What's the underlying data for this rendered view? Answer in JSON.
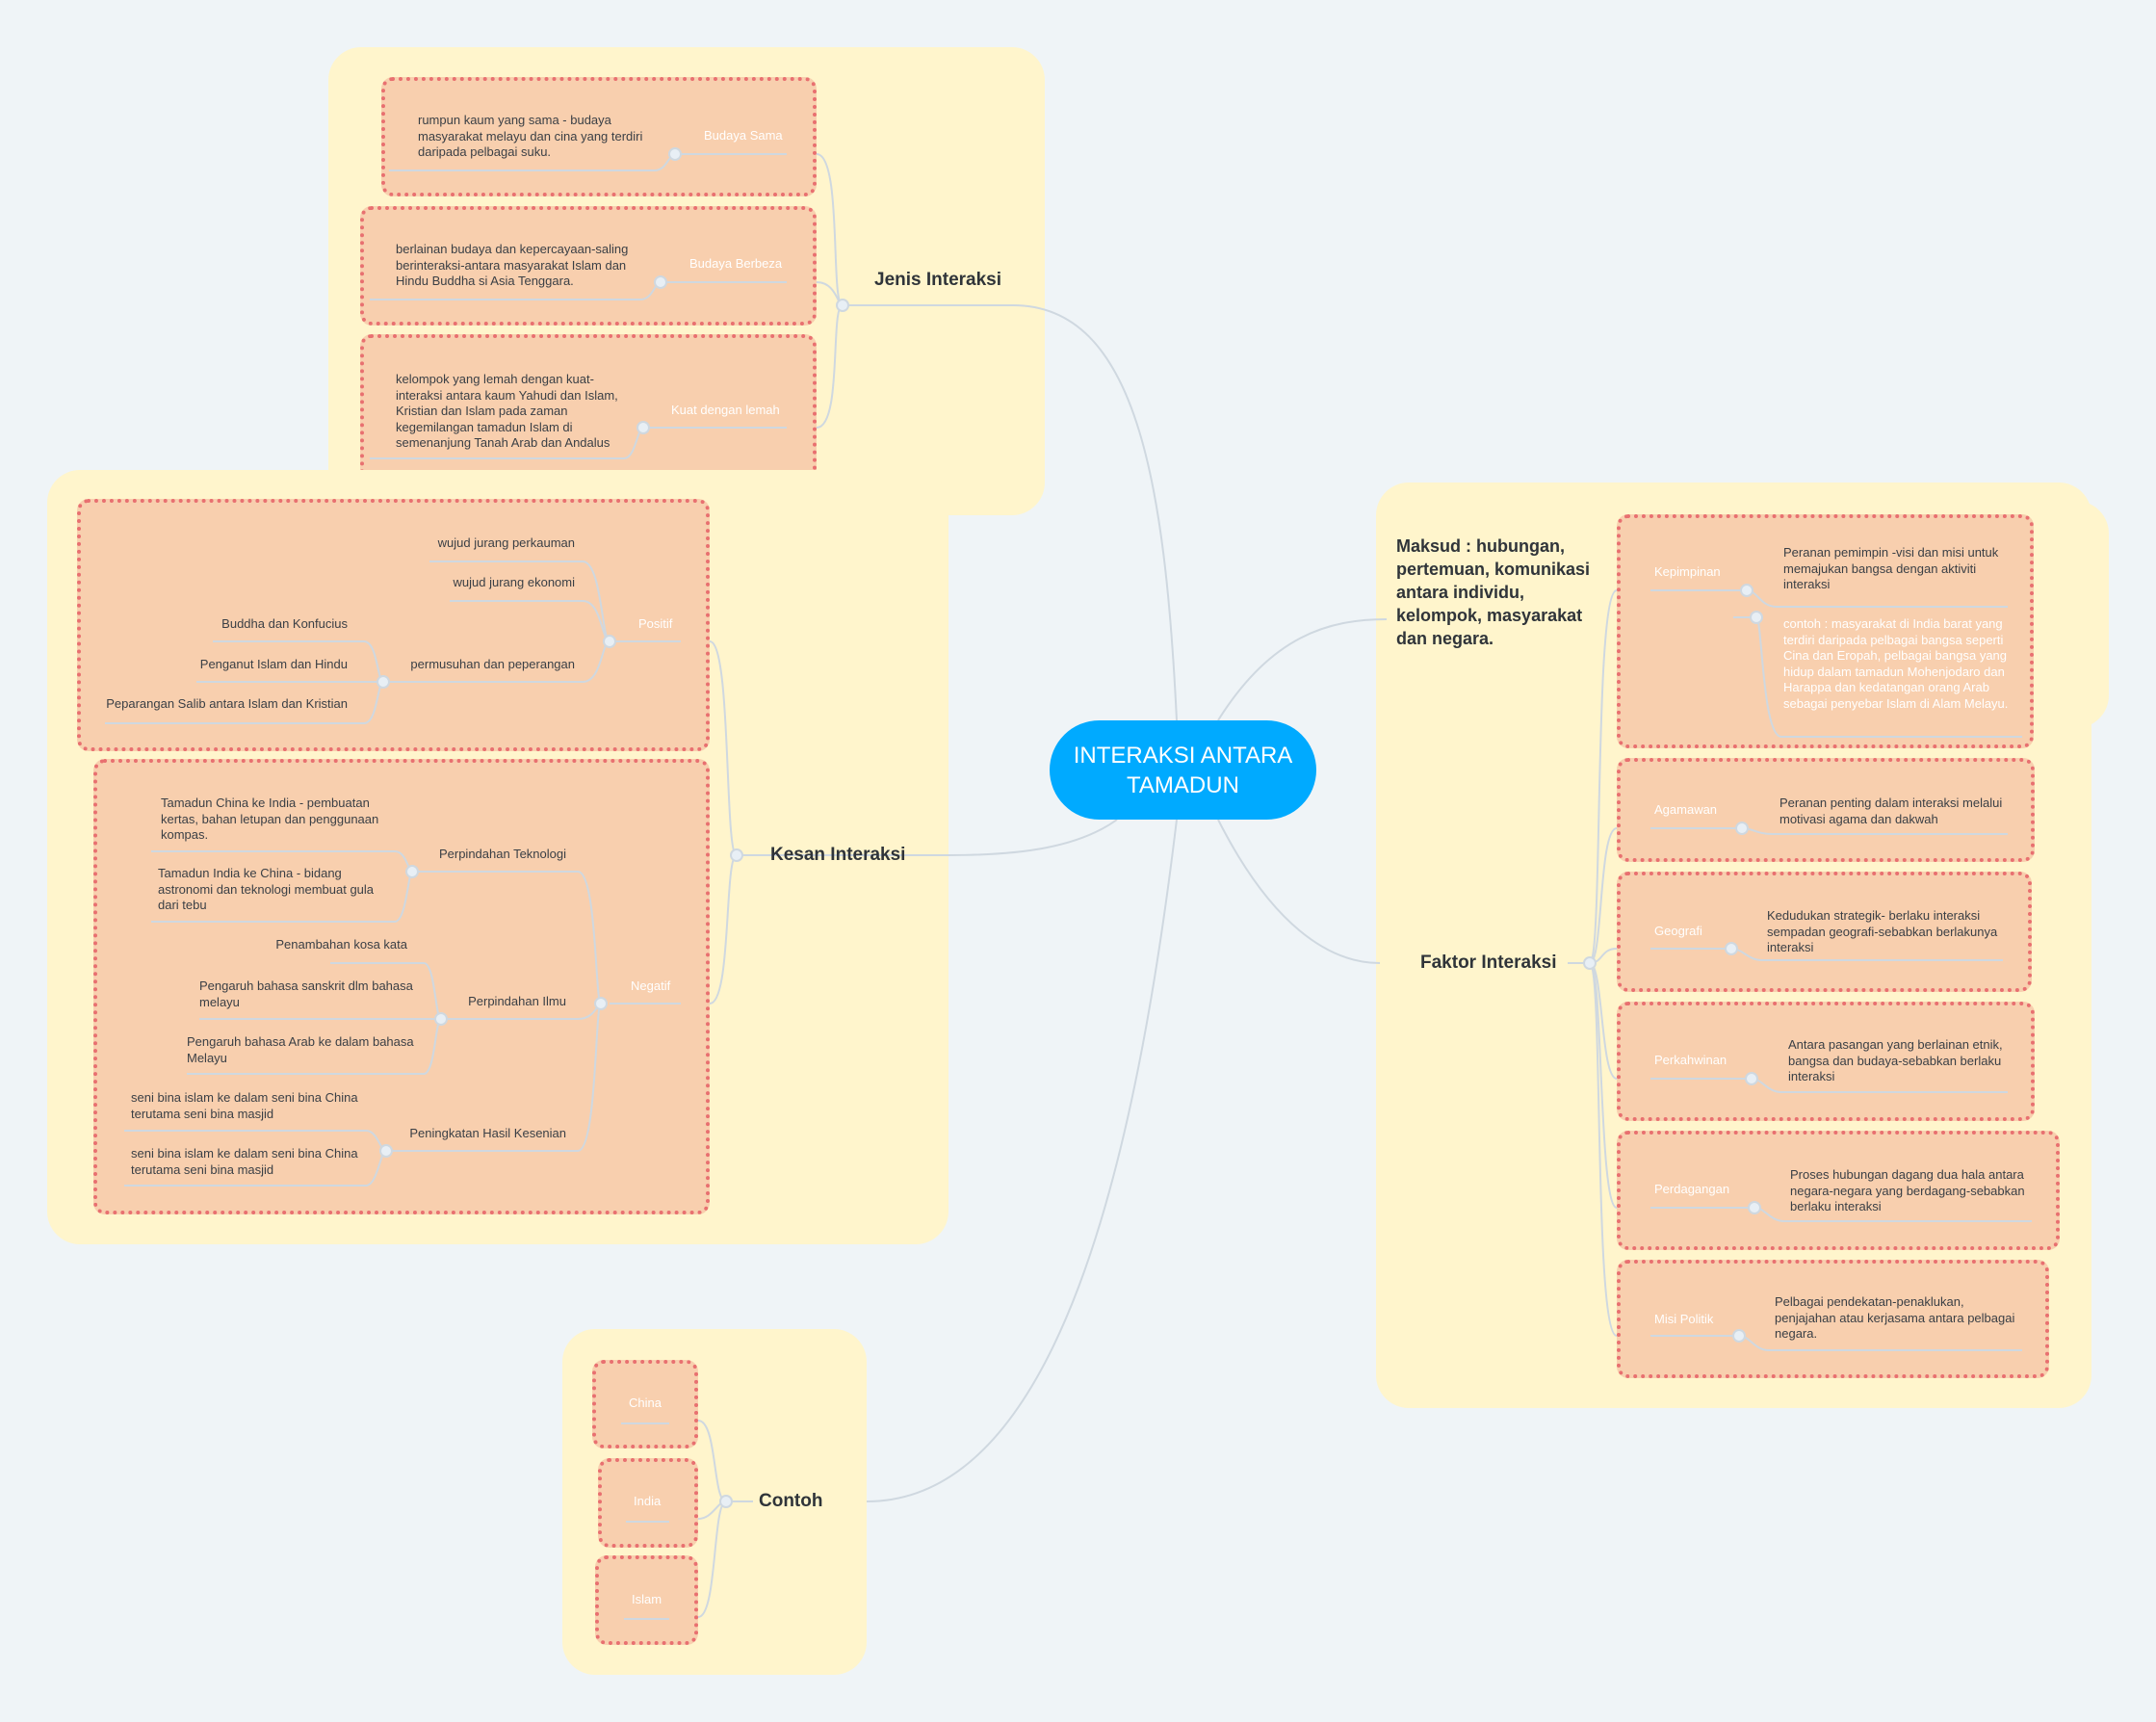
{
  "central": {
    "title": "INTERAKSI ANTARA TAMADUN",
    "color": "#00aaff"
  },
  "jenis": {
    "label": "Jenis Interaksi",
    "items": [
      {
        "label": "Budaya Sama",
        "desc": "rumpun kaum yang sama - budaya masyarakat melayu dan cina yang terdiri daripada pelbagai suku."
      },
      {
        "label": "Budaya Berbeza",
        "desc": "berlainan budaya dan kepercayaan-saling berinteraksi-antara masyarakat Islam dan Hindu Buddha si Asia Tenggara."
      },
      {
        "label": "Kuat dengan lemah",
        "desc": "kelompok yang lemah dengan kuat-interaksi antara kaum Yahudi dan Islam, Kristian dan Islam pada zaman kegemilangan tamadun Islam di semenanjung Tanah Arab dan Andalus"
      }
    ]
  },
  "kesan": {
    "label": "Kesan Interaksi",
    "positif": {
      "label": "Positif",
      "items": [
        "wujud jurang perkauman",
        "wujud jurang ekonomi",
        "permusuhan dan peperangan"
      ],
      "sub": [
        "Buddha dan Konfucius",
        "Penganut Islam dan Hindu",
        "Peparangan Salib antara Islam dan Kristian"
      ]
    },
    "negatif": {
      "label": "Negatif",
      "groups": [
        {
          "label": "Perpindahan Teknologi",
          "items": [
            "Tamadun China ke India - pembuatan kertas, bahan letupan dan penggunaan kompas.",
            "Tamadun India ke China - bidang astronomi dan teknologi membuat gula dari tebu"
          ]
        },
        {
          "label": "Perpindahan Ilmu",
          "items": [
            "Penambahan kosa kata",
            "Pengaruh bahasa sanskrit dlm bahasa melayu",
            "Pengaruh bahasa Arab ke dalam bahasa Melayu"
          ]
        },
        {
          "label": "Peningkatan Hasil Kesenian",
          "items": [
            "seni bina islam ke dalam seni bina China terutama seni bina masjid",
            "seni bina islam ke dalam seni bina China terutama seni bina masjid"
          ]
        }
      ]
    }
  },
  "maksud": "Maksud : hubungan, pertemuan, komunikasi antara individu, kelompok, masyarakat dan negara.",
  "faktor": {
    "label": "Faktor Interaksi",
    "items": [
      {
        "label": "Kepimpinan",
        "desc": "Peranan pemimpin -visi dan misi untuk memajukan bangsa dengan aktiviti interaksi",
        "extra": "contoh : masyarakat di India barat yang terdiri daripada pelbagai bangsa seperti Cina dan Eropah, pelbagai bangsa yang hidup dalam tamadun Mohenjodaro dan Harappa dan kedatangan orang Arab sebagai penyebar Islam di Alam Melayu."
      },
      {
        "label": "Agamawan",
        "desc": "Peranan penting dalam interaksi melalui motivasi agama dan dakwah"
      },
      {
        "label": "Geografi",
        "desc": "Kedudukan strategik- berlaku interaksi sempadan geografi-sebabkan berlakunya interaksi"
      },
      {
        "label": "Perkahwinan",
        "desc": "Antara pasangan yang berlainan etnik, bangsa dan budaya-sebabkan berlaku interaksi"
      },
      {
        "label": "Perdagangan",
        "desc": "Proses hubungan dagang dua hala antara negara-negara yang berdagang-sebabkan berlaku interaksi"
      },
      {
        "label": "Misi Politik",
        "desc": "Pelbagai pendekatan-penaklukan, penjajahan atau kerjasama antara pelbagai negara."
      }
    ]
  },
  "contoh": {
    "label": "Contoh",
    "items": [
      "China",
      "India",
      "Islam"
    ]
  }
}
